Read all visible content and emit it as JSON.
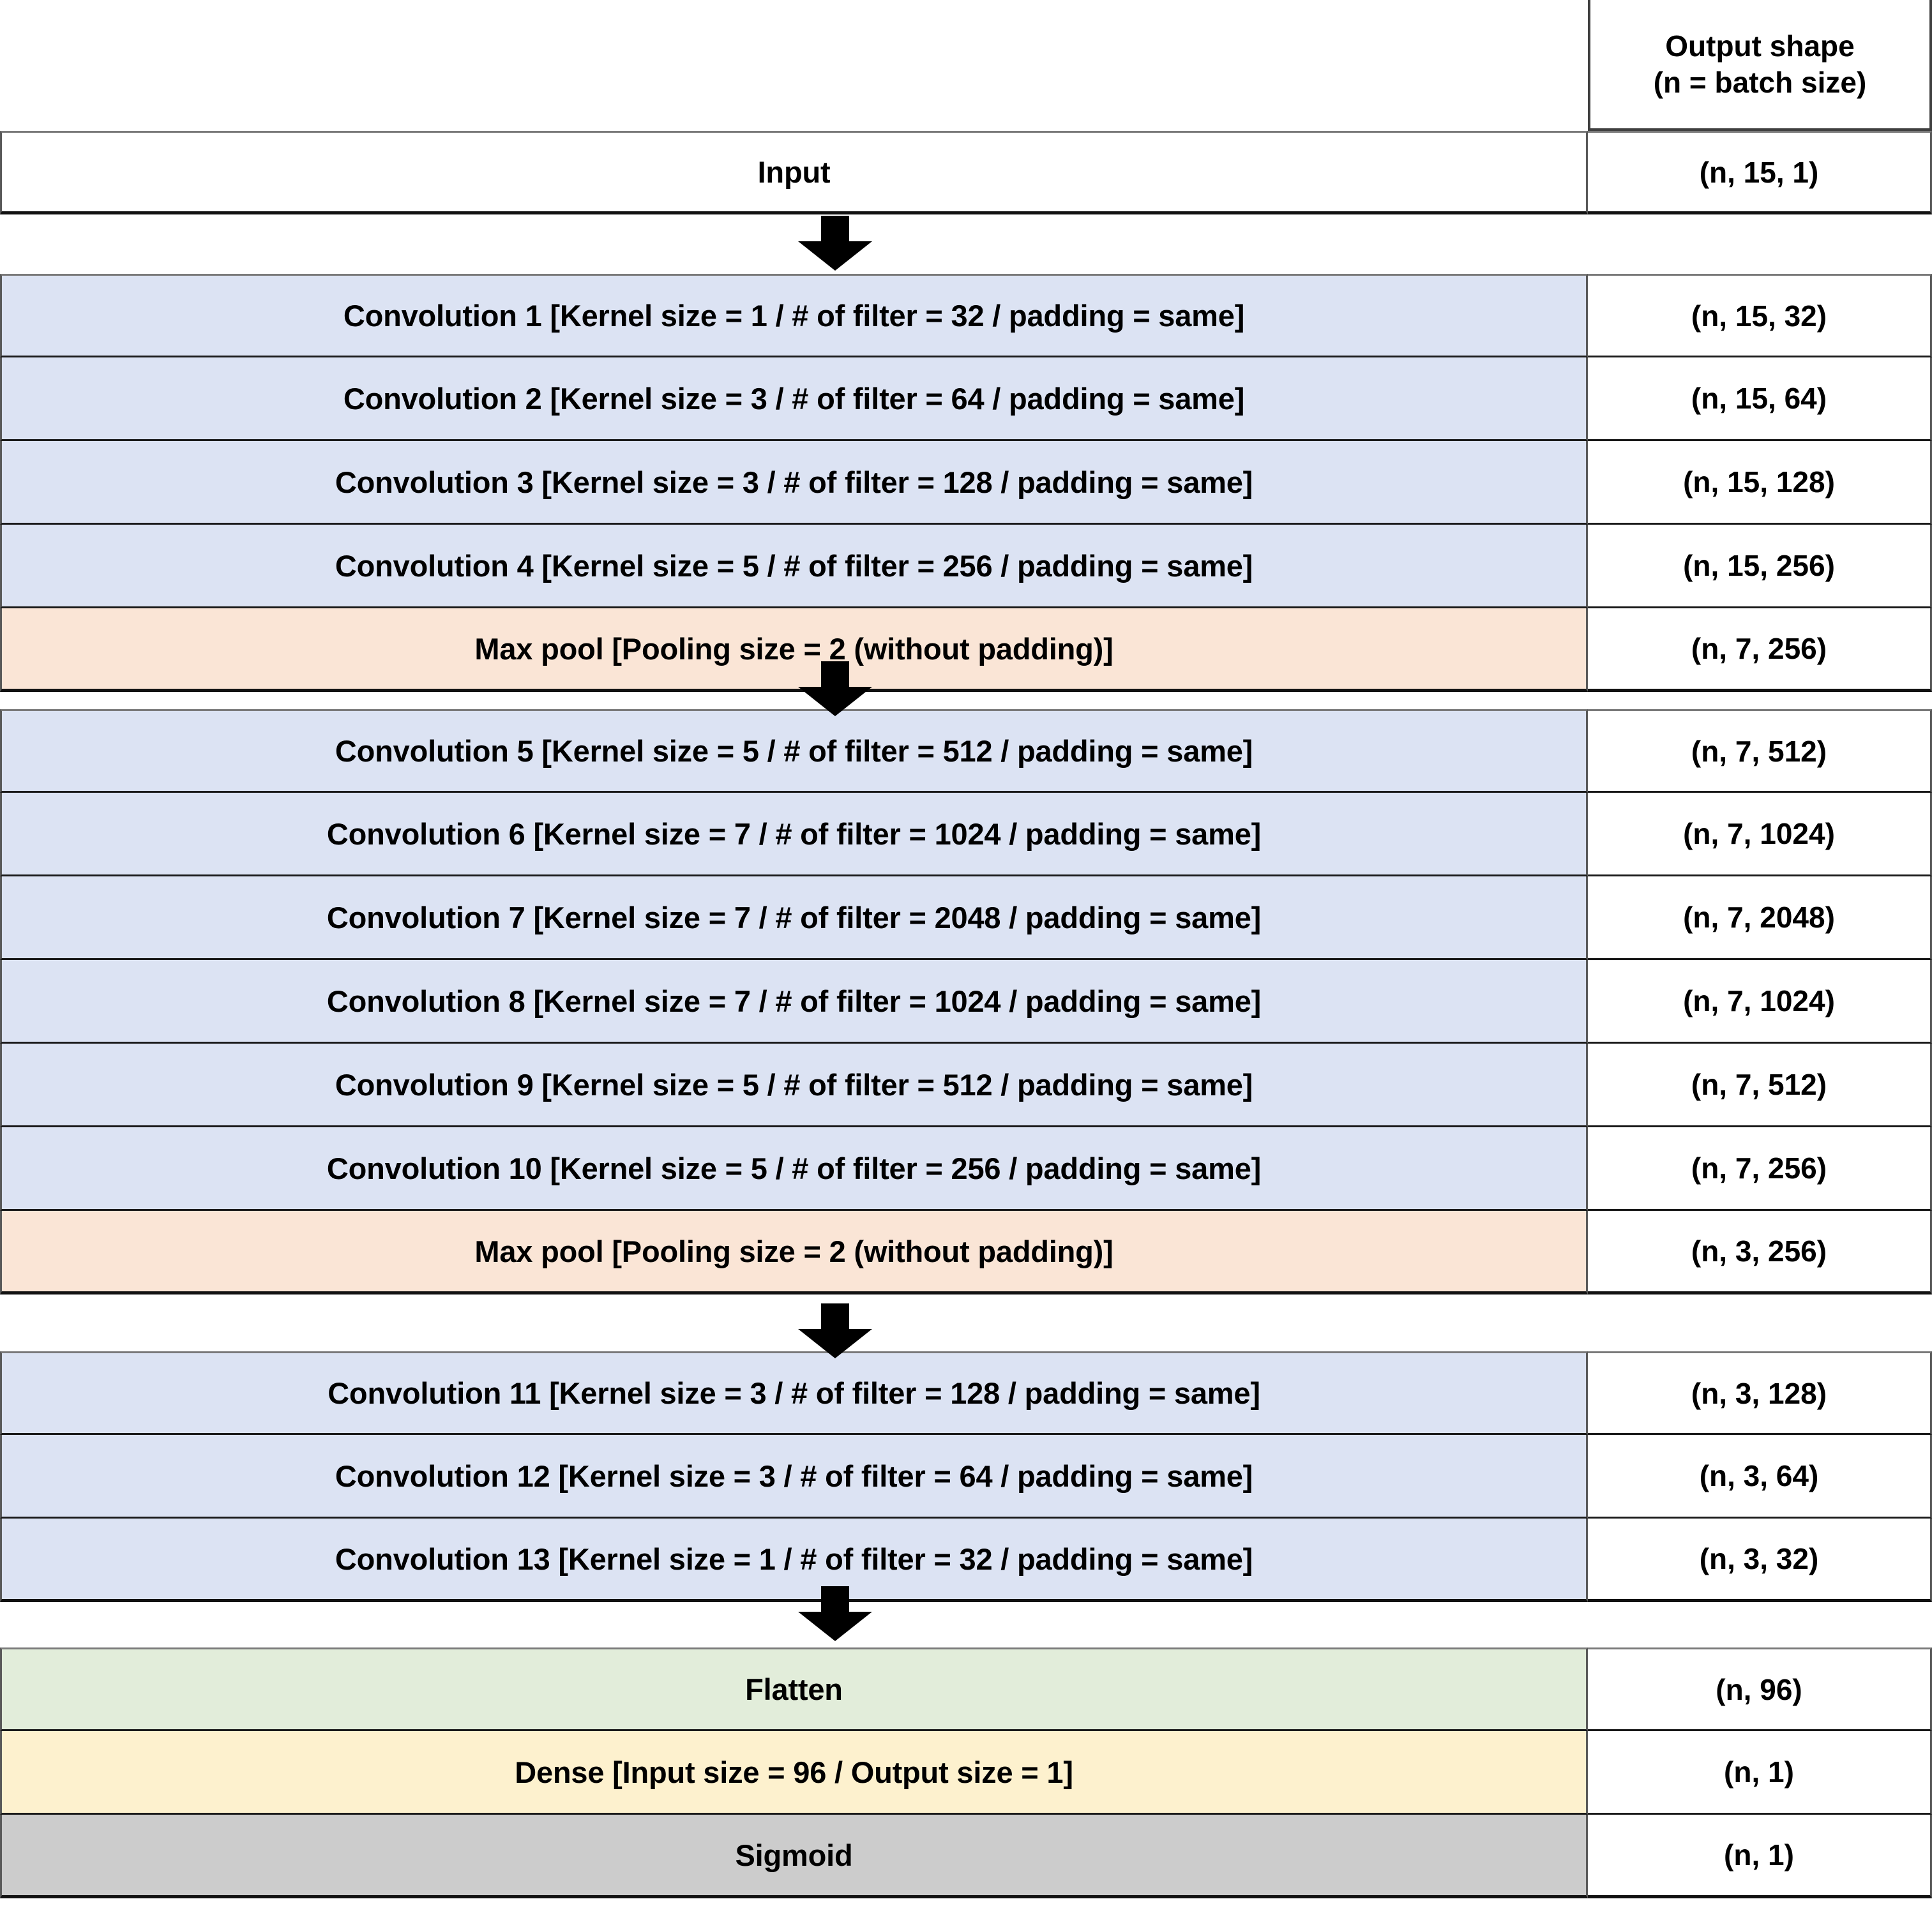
{
  "header": {
    "output_shape_title_line1": "Output shape",
    "output_shape_title_line2": "(n = batch size)"
  },
  "colors": {
    "conv": "#dce3f3",
    "pool": "#fae5d6",
    "flatten": "#e2edda",
    "dense": "#fdf1ce",
    "sigmoid": "#cccccc",
    "input": "#ffffff",
    "border": "#595959",
    "arrow": "#000000"
  },
  "groups": [
    {
      "name": "input-group",
      "rows": [
        {
          "label": "Input",
          "shape": "(n, 15, 1)",
          "kind": "input"
        }
      ]
    },
    {
      "name": "block-1",
      "rows": [
        {
          "label": "Convolution 1 [Kernel size = 1 / # of filter = 32 / padding = same]",
          "shape": "(n, 15, 32)",
          "kind": "conv"
        },
        {
          "label": "Convolution 2 [Kernel size = 3 / # of filter = 64 / padding = same]",
          "shape": "(n, 15, 64)",
          "kind": "conv"
        },
        {
          "label": "Convolution 3 [Kernel size = 3 / # of filter = 128 / padding = same]",
          "shape": "(n, 15, 128)",
          "kind": "conv"
        },
        {
          "label": "Convolution 4 [Kernel size = 5 / # of filter = 256 / padding = same]",
          "shape": "(n, 15, 256)",
          "kind": "conv"
        },
        {
          "label": "Max pool [Pooling size = 2 (without padding)]",
          "shape": "(n, 7, 256)",
          "kind": "pool"
        }
      ]
    },
    {
      "name": "block-2",
      "rows": [
        {
          "label": "Convolution 5 [Kernel size = 5 / # of filter = 512 / padding = same]",
          "shape": "(n, 7, 512)",
          "kind": "conv"
        },
        {
          "label": "Convolution 6 [Kernel size = 7 / # of filter = 1024 / padding = same]",
          "shape": "(n, 7, 1024)",
          "kind": "conv"
        },
        {
          "label": "Convolution 7 [Kernel size = 7 / # of filter = 2048 / padding = same]",
          "shape": "(n, 7, 2048)",
          "kind": "conv"
        },
        {
          "label": "Convolution 8 [Kernel size = 7 / # of filter = 1024 / padding = same]",
          "shape": "(n, 7, 1024)",
          "kind": "conv"
        },
        {
          "label": "Convolution 9 [Kernel size = 5 / # of filter = 512 / padding = same]",
          "shape": "(n, 7, 512)",
          "kind": "conv"
        },
        {
          "label": "Convolution 10 [Kernel size = 5 / # of filter = 256 / padding = same]",
          "shape": "(n, 7, 256)",
          "kind": "conv"
        },
        {
          "label": "Max pool [Pooling size = 2 (without padding)]",
          "shape": "(n, 3, 256)",
          "kind": "pool"
        }
      ]
    },
    {
      "name": "block-3",
      "rows": [
        {
          "label": "Convolution 11 [Kernel size = 3 / # of filter = 128 / padding = same]",
          "shape": "(n, 3, 128)",
          "kind": "conv"
        },
        {
          "label": "Convolution 12 [Kernel size = 3 / # of filter = 64 / padding = same]",
          "shape": "(n, 3, 64)",
          "kind": "conv"
        },
        {
          "label": "Convolution 13 [Kernel size = 1 / # of filter = 32 / padding = same]",
          "shape": "(n, 3, 32)",
          "kind": "conv"
        }
      ]
    },
    {
      "name": "head-group",
      "rows": [
        {
          "label": "Flatten",
          "shape": "(n, 96)",
          "kind": "flatten"
        },
        {
          "label": "Dense [Input size = 96 / Output size = 1]",
          "shape": "(n, 1)",
          "kind": "dense"
        },
        {
          "label": "Sigmoid",
          "shape": "(n, 1)",
          "kind": "sigmoid"
        }
      ]
    }
  ],
  "arrows": [
    {
      "name": "arrow-input-to-block1"
    },
    {
      "name": "arrow-block1-to-block2"
    },
    {
      "name": "arrow-block2-to-block3"
    },
    {
      "name": "arrow-block3-to-head"
    }
  ]
}
